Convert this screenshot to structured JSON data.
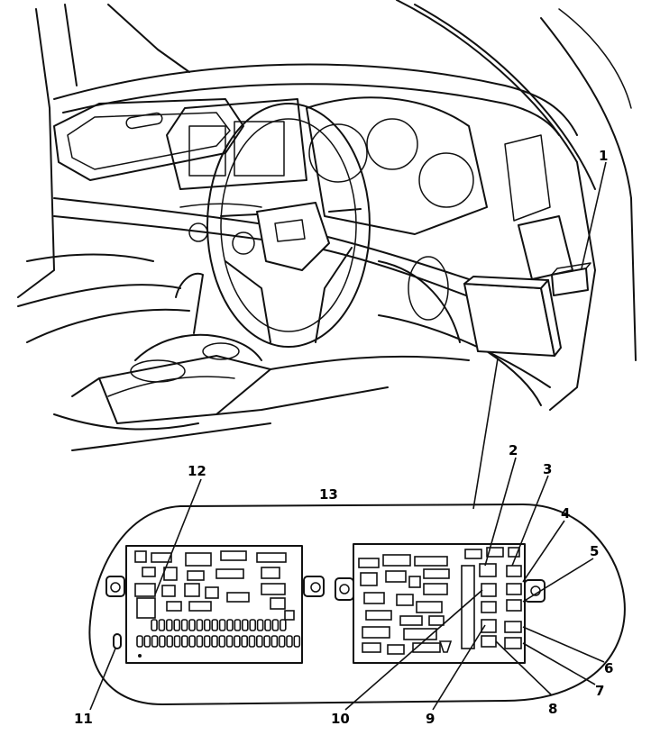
{
  "callouts": [
    {
      "id": "1",
      "label": "1"
    },
    {
      "id": "2",
      "label": "2"
    },
    {
      "id": "3",
      "label": "3"
    },
    {
      "id": "4",
      "label": "4"
    },
    {
      "id": "5",
      "label": "5"
    },
    {
      "id": "6",
      "label": "6"
    },
    {
      "id": "7",
      "label": "7"
    },
    {
      "id": "8",
      "label": "8"
    },
    {
      "id": "9",
      "label": "9"
    },
    {
      "id": "10",
      "label": "10"
    },
    {
      "id": "11",
      "label": "11"
    },
    {
      "id": "12",
      "label": "12"
    },
    {
      "id": "13",
      "label": "13"
    }
  ],
  "colors": {
    "line": "#111111",
    "background": "#ffffff"
  },
  "icons": [
    "steering-wheel-icon",
    "fuse-box-icon",
    "fuse-panel-icon"
  ]
}
